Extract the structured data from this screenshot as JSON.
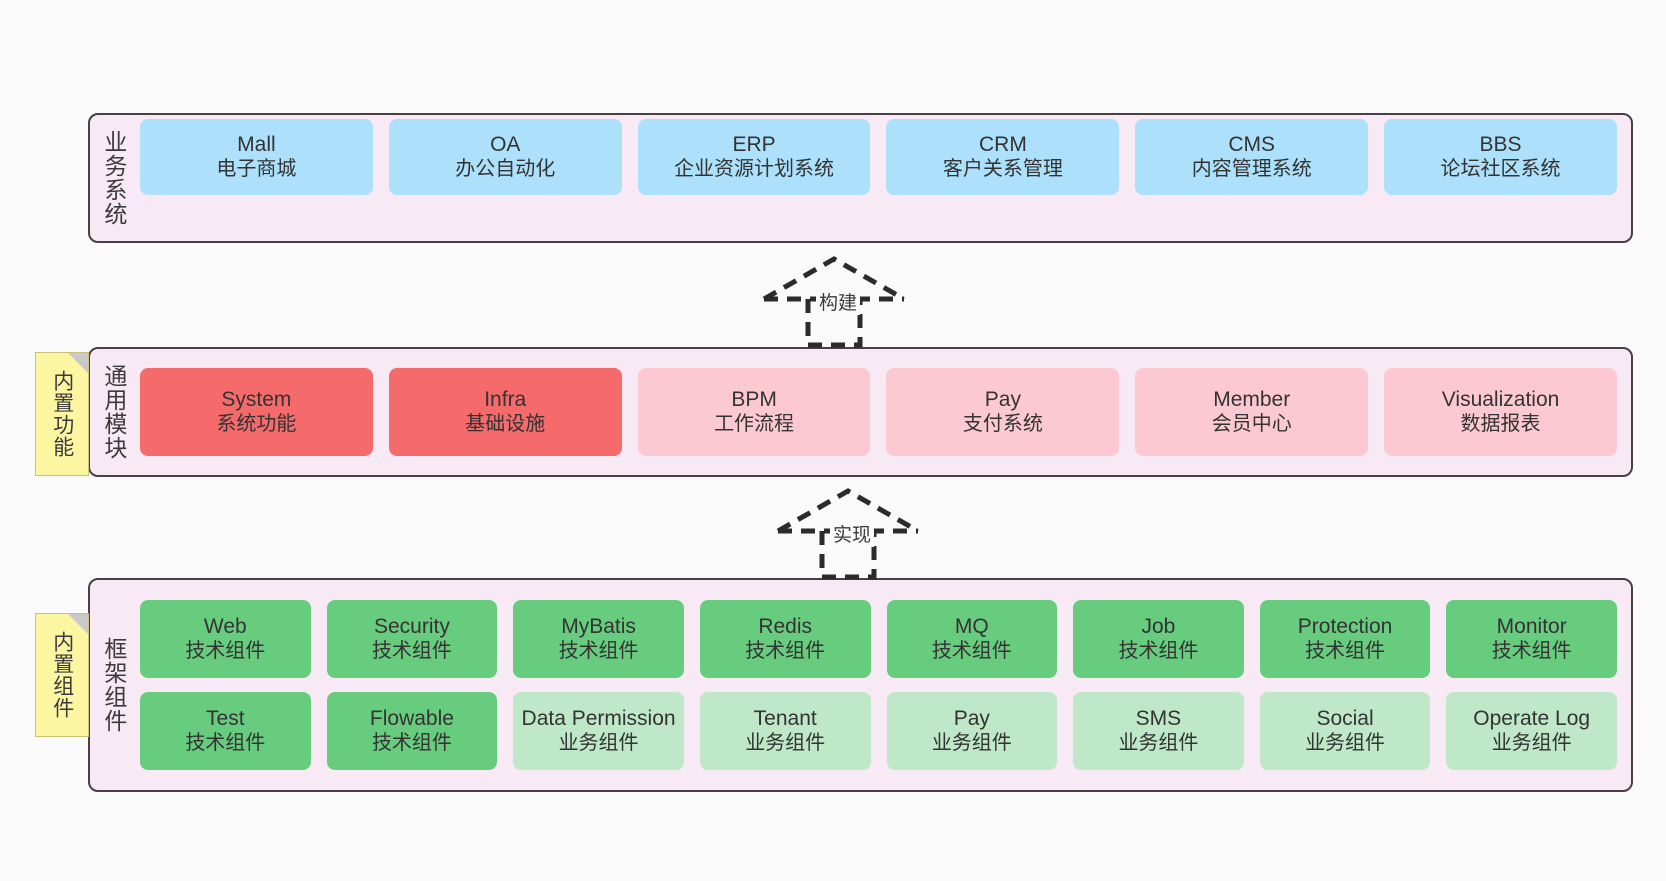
{
  "diagram": {
    "background_color": "#fafafa",
    "layer_fill": "#f8eaf5",
    "layer_border": "#4a3f47"
  },
  "notes": [
    {
      "name": "builtin-features",
      "label": "内置功能",
      "color": "#fcf5a2"
    },
    {
      "name": "builtin-components",
      "label": "内置组件",
      "color": "#fcf5a2"
    }
  ],
  "connectors": [
    {
      "name": "build",
      "label": "构建",
      "style": "dashed-hollow-arrow-up"
    },
    {
      "name": "implement",
      "label": "实现",
      "style": "dashed-hollow-arrow-up"
    }
  ],
  "layers": [
    {
      "name": "business-systems",
      "caption": "业务系统",
      "color": "#ade0fb",
      "rows": [
        {
          "cards": [
            {
              "title": "Mall",
              "subtitle": "电子商城"
            },
            {
              "title": "OA",
              "subtitle": "办公自动化"
            },
            {
              "title": "ERP",
              "subtitle": "企业资源计划系统"
            },
            {
              "title": "CRM",
              "subtitle": "客户关系管理"
            },
            {
              "title": "CMS",
              "subtitle": "内容管理系统"
            },
            {
              "title": "BBS",
              "subtitle": "论坛社区系统"
            }
          ]
        }
      ]
    },
    {
      "name": "common-modules",
      "caption": "通用模块",
      "colors": {
        "active": "#f56b6b",
        "inactive": "#fcc9d2"
      },
      "rows": [
        {
          "cards": [
            {
              "title": "System",
              "subtitle": "系统功能",
              "variant": "active"
            },
            {
              "title": "Infra",
              "subtitle": "基础设施",
              "variant": "active"
            },
            {
              "title": "BPM",
              "subtitle": "工作流程",
              "variant": "inactive"
            },
            {
              "title": "Pay",
              "subtitle": "支付系统",
              "variant": "inactive"
            },
            {
              "title": "Member",
              "subtitle": "会员中心",
              "variant": "inactive"
            },
            {
              "title": "Visualization",
              "subtitle": "数据报表",
              "variant": "inactive"
            }
          ]
        }
      ]
    },
    {
      "name": "framework-components",
      "caption": "框架组件",
      "colors": {
        "tech": "#68cc7f",
        "business": "#bfe8c8"
      },
      "rows": [
        {
          "cards": [
            {
              "title": "Web",
              "subtitle": "技术组件",
              "variant": "tech"
            },
            {
              "title": "Security",
              "subtitle": "技术组件",
              "variant": "tech"
            },
            {
              "title": "MyBatis",
              "subtitle": "技术组件",
              "variant": "tech"
            },
            {
              "title": "Redis",
              "subtitle": "技术组件",
              "variant": "tech"
            },
            {
              "title": "MQ",
              "subtitle": "技术组件",
              "variant": "tech"
            },
            {
              "title": "Job",
              "subtitle": "技术组件",
              "variant": "tech"
            },
            {
              "title": "Protection",
              "subtitle": "技术组件",
              "variant": "tech"
            },
            {
              "title": "Monitor",
              "subtitle": "技术组件",
              "variant": "tech"
            }
          ]
        },
        {
          "cards": [
            {
              "title": "Test",
              "subtitle": "技术组件",
              "variant": "tech"
            },
            {
              "title": "Flowable",
              "subtitle": "技术组件",
              "variant": "tech"
            },
            {
              "title": "Data Permission",
              "subtitle": "业务组件",
              "variant": "business"
            },
            {
              "title": "Tenant",
              "subtitle": "业务组件",
              "variant": "business"
            },
            {
              "title": "Pay",
              "subtitle": "业务组件",
              "variant": "business"
            },
            {
              "title": "SMS",
              "subtitle": "业务组件",
              "variant": "business"
            },
            {
              "title": "Social",
              "subtitle": "业务组件",
              "variant": "business"
            },
            {
              "title": "Operate Log",
              "subtitle": "业务组件",
              "variant": "business"
            }
          ]
        }
      ]
    }
  ]
}
